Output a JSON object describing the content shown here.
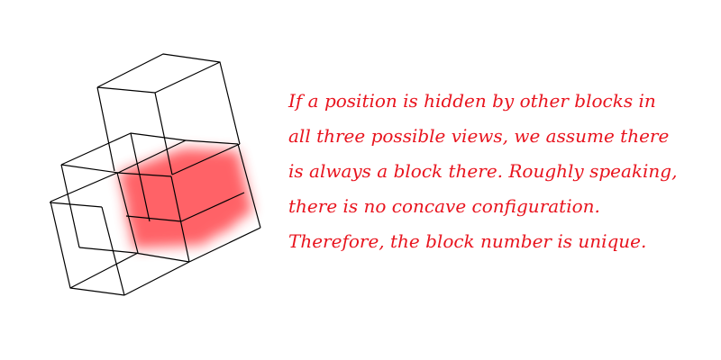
{
  "caption": {
    "lines": [
      "If a position is hidden by other blocks in",
      "all three possible views, we assume there",
      "is always a block there. Roughly speaking,",
      "there is no concave configuration.",
      "Therefore, the block number is unique."
    ],
    "color": "#e8141e"
  },
  "figure": {
    "line_color": "#000000",
    "hidden_region_color": "#ff5a5f"
  }
}
